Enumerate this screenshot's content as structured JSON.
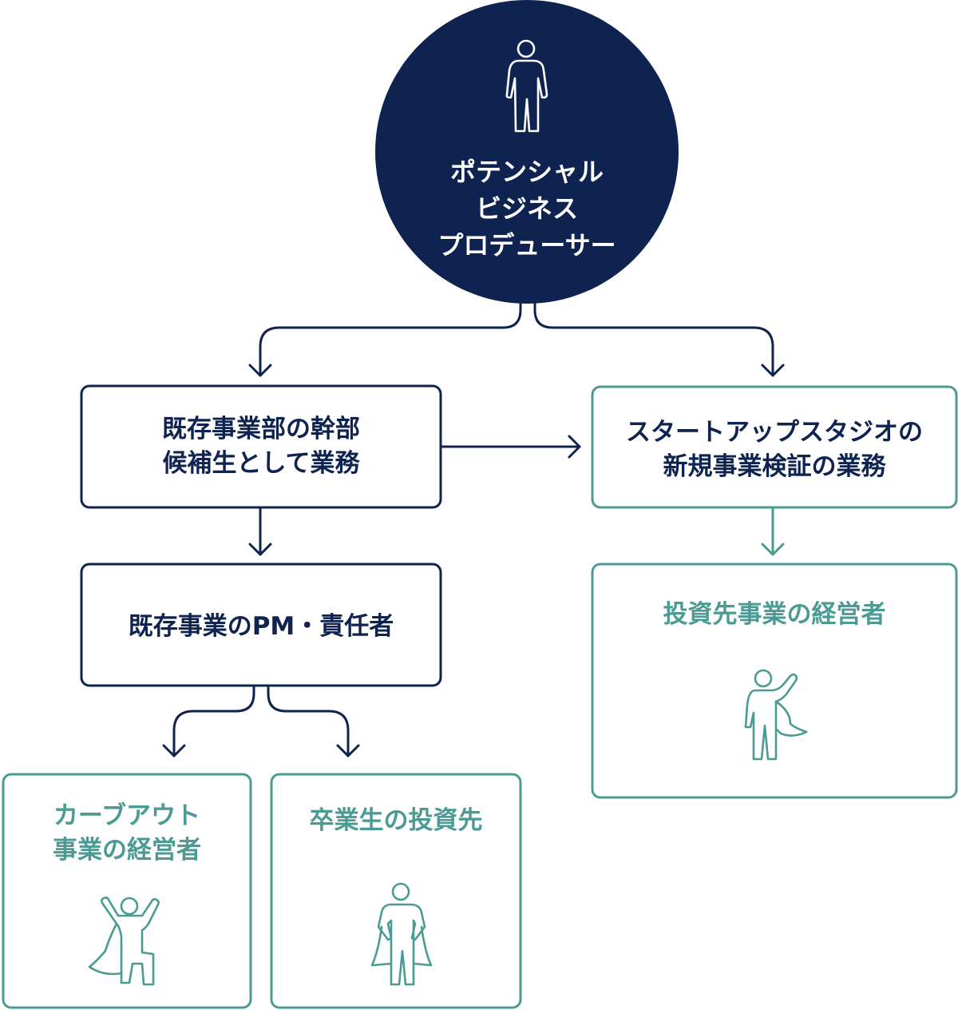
{
  "colors": {
    "navy": "#0f2350",
    "teal": "#4b9a93",
    "white": "#ffffff"
  },
  "root": {
    "lines": [
      "ポテンシャル",
      "ビジネス",
      "プロデューサー"
    ],
    "icon": "person-icon"
  },
  "nodes": {
    "executive_candidate": {
      "lines": [
        "既存事業部の幹部",
        "候補生として業務"
      ]
    },
    "pm_leader": {
      "lines": [
        "既存事業のPM・責任者"
      ]
    },
    "startup_studio": {
      "lines": [
        "スタートアップスタジオの",
        "新規事業検証の業務"
      ]
    },
    "portfolio_ceo": {
      "lines": [
        "投資先事業の経営者"
      ],
      "icon": "hero-waving-icon"
    },
    "carveout_ceo": {
      "lines": [
        "カーブアウト",
        "事業の経営者"
      ],
      "icon": "hero-cheering-icon"
    },
    "graduate_investee": {
      "lines": [
        "卒業生の投資先"
      ],
      "icon": "hero-standing-icon"
    }
  }
}
